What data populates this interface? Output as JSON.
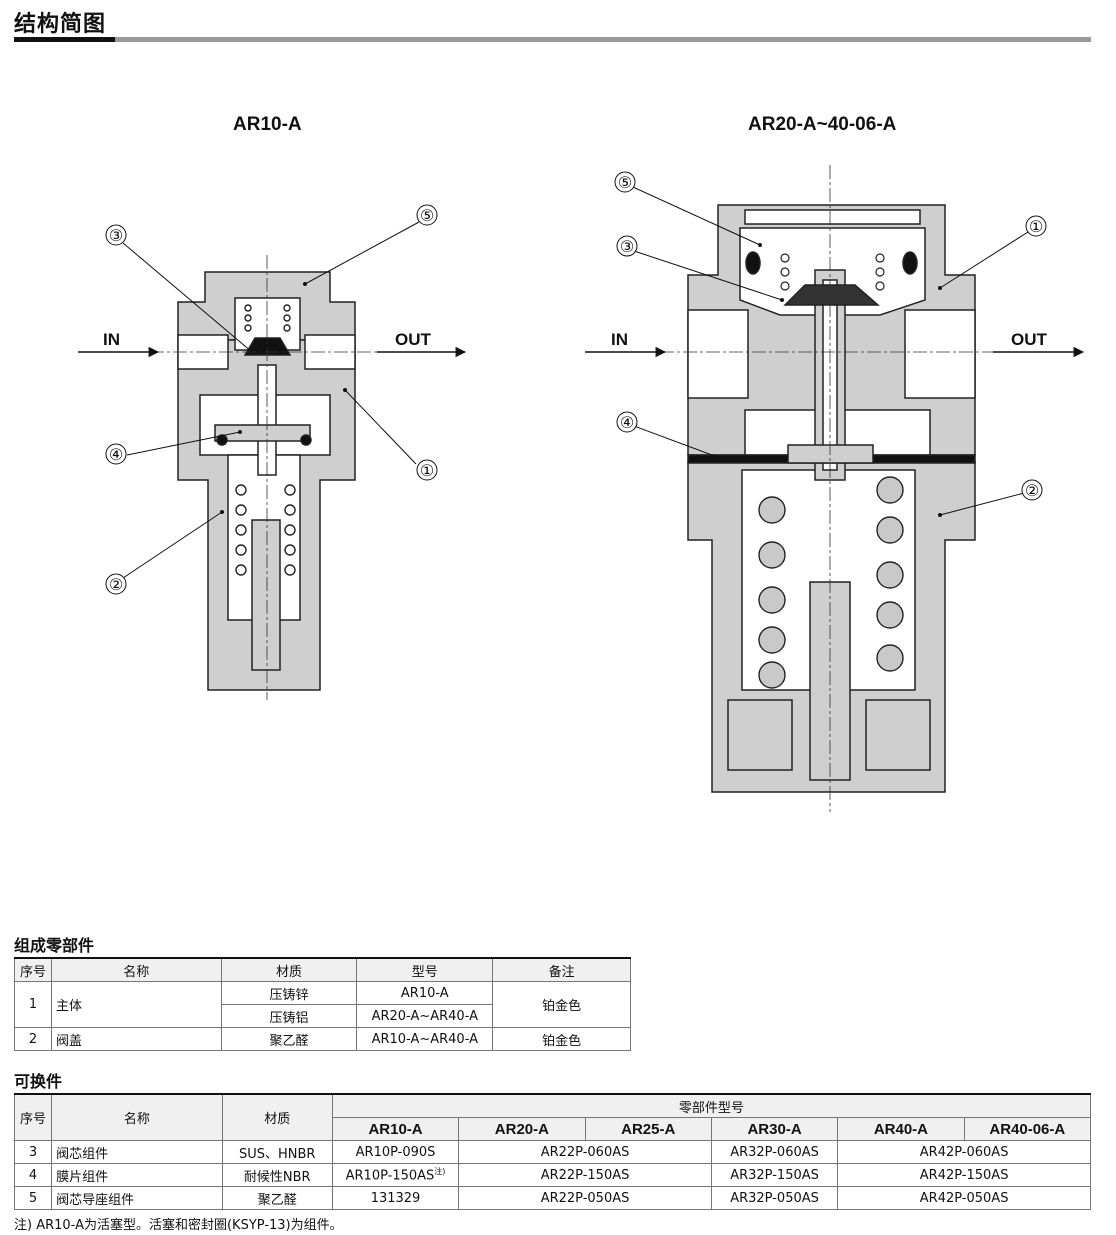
{
  "heading": "结构简图",
  "diagrams": {
    "left": {
      "title": "AR10-A",
      "in_label": "IN",
      "out_label": "OUT",
      "callouts": [
        "①",
        "②",
        "③",
        "④",
        "⑤"
      ]
    },
    "right": {
      "title": "AR20-A~40-06-A",
      "in_label": "IN",
      "out_label": "OUT",
      "callouts": [
        "①",
        "②",
        "③",
        "④",
        "⑤"
      ]
    }
  },
  "parts": {
    "title": "组成零部件",
    "headers": [
      "序号",
      "名称",
      "材质",
      "型号",
      "备注"
    ],
    "rows": [
      {
        "no": "1",
        "name": "主体",
        "materials": [
          "压铸锌",
          "压铸铝"
        ],
        "models": [
          "AR10-A",
          "AR20-A~AR40-A"
        ],
        "note": "铂金色"
      },
      {
        "no": "2",
        "name": "阀盖",
        "materials": [
          "聚乙醛"
        ],
        "models": [
          "AR10-A~AR40-A"
        ],
        "note": "铂金色"
      }
    ]
  },
  "replace": {
    "title": "可换件",
    "headers": {
      "no": "序号",
      "name": "名称",
      "material": "材质",
      "group": "零部件型号"
    },
    "models": [
      "AR10-A",
      "AR20-A",
      "AR25-A",
      "AR30-A",
      "AR40-A",
      "AR40-06-A"
    ],
    "rows": [
      {
        "no": "3",
        "name": "阀芯组件",
        "material": "SUS、HNBR",
        "c1": "AR10P-090S",
        "c2": "AR22P-060AS",
        "c3": "AR32P-060AS",
        "c4": "AR42P-060AS"
      },
      {
        "no": "4",
        "name": "膜片组件",
        "material": "耐候性NBR",
        "c1": "AR10P-150AS",
        "c1_sup": "注)",
        "c2": "AR22P-150AS",
        "c3": "AR32P-150AS",
        "c4": "AR42P-150AS"
      },
      {
        "no": "5",
        "name": "阀芯导座组件",
        "material": "聚乙醛",
        "c1": "131329",
        "c2": "AR22P-050AS",
        "c3": "AR32P-050AS",
        "c4": "AR42P-050AS"
      }
    ]
  },
  "footnote": "注) AR10-A为活塞型。活塞和密封圈(KSYP-13)为组件。"
}
